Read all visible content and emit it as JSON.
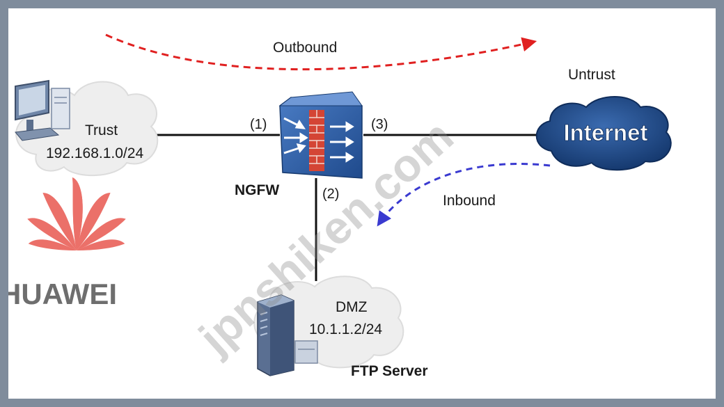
{
  "flows": {
    "outbound_label": "Outbound",
    "inbound_label": "Inbound",
    "outbound_color": "#e02020",
    "inbound_color": "#3a3ad0"
  },
  "zones": {
    "trust": {
      "name": "Trust",
      "subnet": "192.168.1.0/24"
    },
    "untrust": {
      "name": "Untrust",
      "network": "Internet"
    },
    "dmz": {
      "name": "DMZ",
      "address": "10.1.1.2/24",
      "server": "FTP Server"
    }
  },
  "firewall": {
    "name": "NGFW",
    "ports": [
      "(1)",
      "(2)",
      "(3)"
    ]
  },
  "watermark": {
    "brand": "HUAWEI",
    "site": "jpnshiken.com"
  },
  "colors": {
    "frame": "#7f8c9c",
    "firewall_body": "#2f5fa8",
    "brick": "#d44535",
    "cloud": "#eeeeee",
    "internet_cloud": "#1f4e8a",
    "logo": "#e8584f"
  }
}
